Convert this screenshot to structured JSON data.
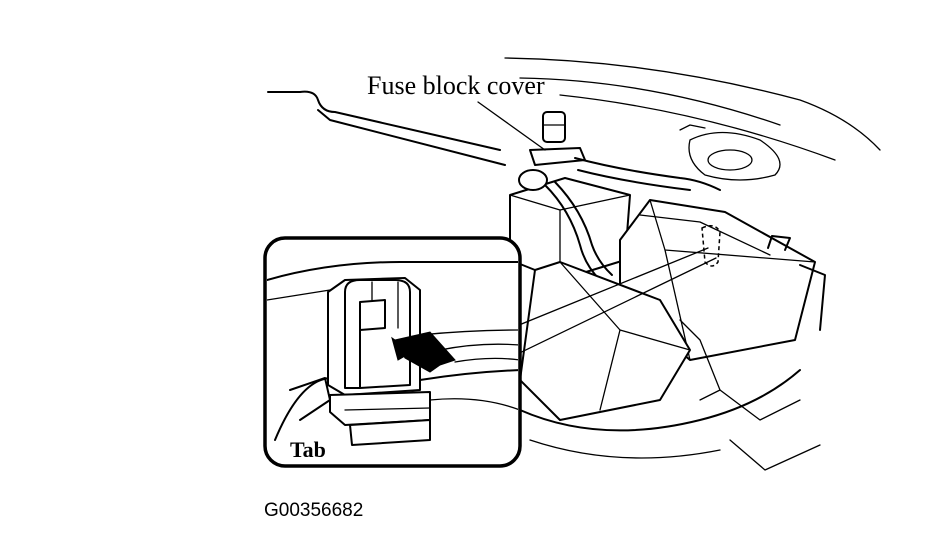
{
  "labels": {
    "fuse_block_cover": "Fuse block cover",
    "tab": "Tab",
    "figure_id": "G00356682"
  }
}
